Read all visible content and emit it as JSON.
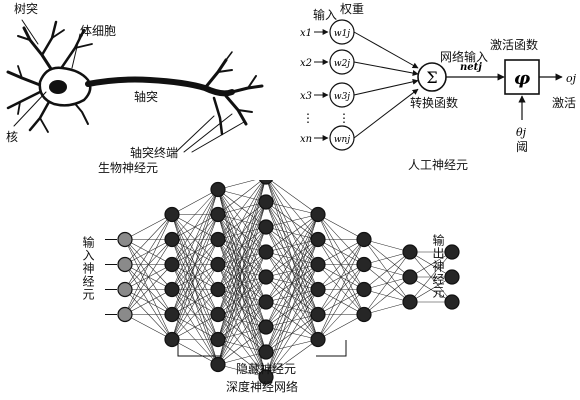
{
  "biological": {
    "dendrite": "树突",
    "soma": "体细胞",
    "axon": "轴突",
    "nucleus": "核",
    "axon_terminal": "轴突终端",
    "caption": "生物神经元"
  },
  "artificial": {
    "input_label": "输入",
    "weight_label": "权重",
    "inputs": [
      "x1",
      "x2",
      "x3",
      "⋮",
      "xn"
    ],
    "weights": [
      "w1j",
      "w2j",
      "w3j",
      "⋮",
      "wnj"
    ],
    "sum_symbol": "Σ",
    "net_input_label": "网络输入",
    "net_symbol": "netj",
    "activation_fn_label": "激活函数",
    "phi_symbol": "φ",
    "output_symbol": "oj",
    "output_label": "激活",
    "transfer_label": "转换函数",
    "threshold_symbol": "θj",
    "threshold_label": "阈",
    "caption": "人工神经元"
  },
  "deep_network": {
    "layers": [
      4,
      6,
      8,
      9,
      6,
      4,
      3,
      3
    ],
    "input_label": "输入神经元",
    "output_label": "输出神经元",
    "hidden_label": "隐藏神经元",
    "caption": "深度神经网络"
  }
}
